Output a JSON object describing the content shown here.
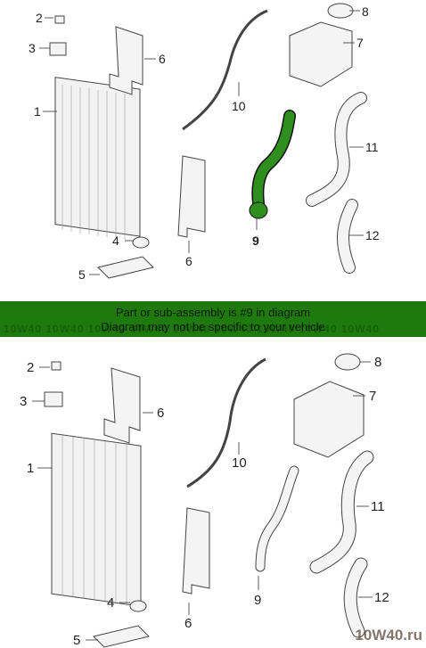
{
  "banner": {
    "line1": "Part or sub-assembly is #9 in diagram",
    "line2": "Diagram may not be specific to your vehicle",
    "watermark_strip": "10W40 10W40 10W40 10W40 10W40 10W40 10W40 10W40 10W40"
  },
  "callouts": {
    "c1": "1",
    "c2": "2",
    "c3": "3",
    "c4": "4",
    "c5": "5",
    "c6": "6",
    "c7": "7",
    "c8": "8",
    "c9": "9",
    "c10": "10",
    "c11": "11",
    "c12": "12"
  },
  "watermark": "10W40.ru",
  "highlight": {
    "part": "9",
    "color": "#2f8f1e"
  }
}
